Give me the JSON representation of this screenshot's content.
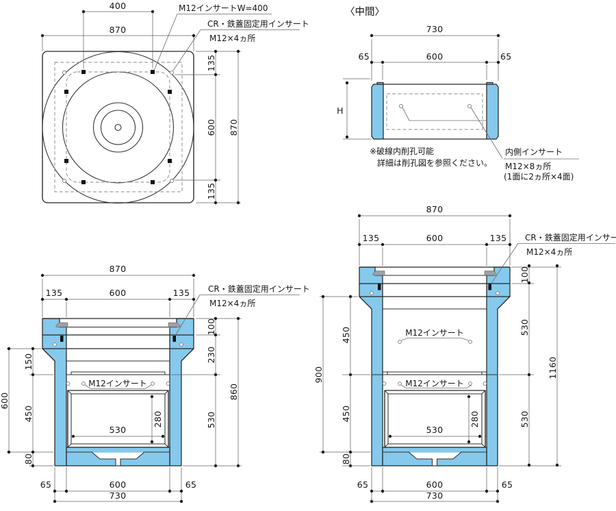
{
  "colors": {
    "wall_fill": "#85C9EC",
    "outline": "#262626",
    "dim_line": "#636363"
  },
  "plan": {
    "dim_400": "400",
    "dim_870_top": "870",
    "dim_135_top": "135",
    "dim_600_right": "600",
    "dim_135_bottom": "135",
    "dim_870_right": "870",
    "label_m12_w400": "M12インサートW=400",
    "label_cr": "CR・鉄蓋固定用インサート",
    "label_m12x4": "M12×4ヵ所"
  },
  "middle": {
    "title": "〈中間〉",
    "dim_730": "730",
    "dim_65_left": "65",
    "dim_600": "600",
    "dim_65_right": "65",
    "dim_h": "H",
    "note_line1": "※破線内削孔可能",
    "note_line2": "詳細は削孔図を参照ください。",
    "label_inner_insert": "内側インサート",
    "label_m12x8": "M12×8ヵ所",
    "label_m12x8_detail": "(1面に2ヵ所×4面)"
  },
  "section_single": {
    "dim_870": "870",
    "dim_135_left": "135",
    "dim_600_top": "600",
    "dim_135_right": "135",
    "label_cr": "CR・鉄蓋固定用インサート",
    "label_m12x4": "M12×4ヵ所",
    "dim_100": "100",
    "dim_230": "230",
    "dim_530_right": "530",
    "dim_860": "860",
    "dim_150": "150",
    "dim_450": "450",
    "dim_80": "80",
    "dim_600_left": "600",
    "label_m12": "M12インサート",
    "dim_530_opening": "530",
    "dim_280": "280",
    "dim_65_left": "65",
    "dim_600_bottom": "600",
    "dim_65_right": "65",
    "dim_730": "730"
  },
  "section_stacked": {
    "dim_870": "870",
    "dim_135_left": "135",
    "dim_600_top": "600",
    "dim_135_right": "135",
    "label_cr": "CR・鉄蓋固定用インサート",
    "label_m12x4": "M12×4ヵ所",
    "dim_100": "100",
    "dim_530_upper": "530",
    "dim_530_lower": "530",
    "dim_1160": "1160",
    "dim_450_upper": "450",
    "dim_450_lower": "450",
    "dim_80": "80",
    "dim_900": "900",
    "label_m12_upper": "M12インサート",
    "label_m12_lower": "M12インサート",
    "dim_530_opening": "530",
    "dim_280": "280",
    "dim_65_left": "65",
    "dim_600_bottom": "600",
    "dim_65_right": "65",
    "dim_730": "730"
  }
}
